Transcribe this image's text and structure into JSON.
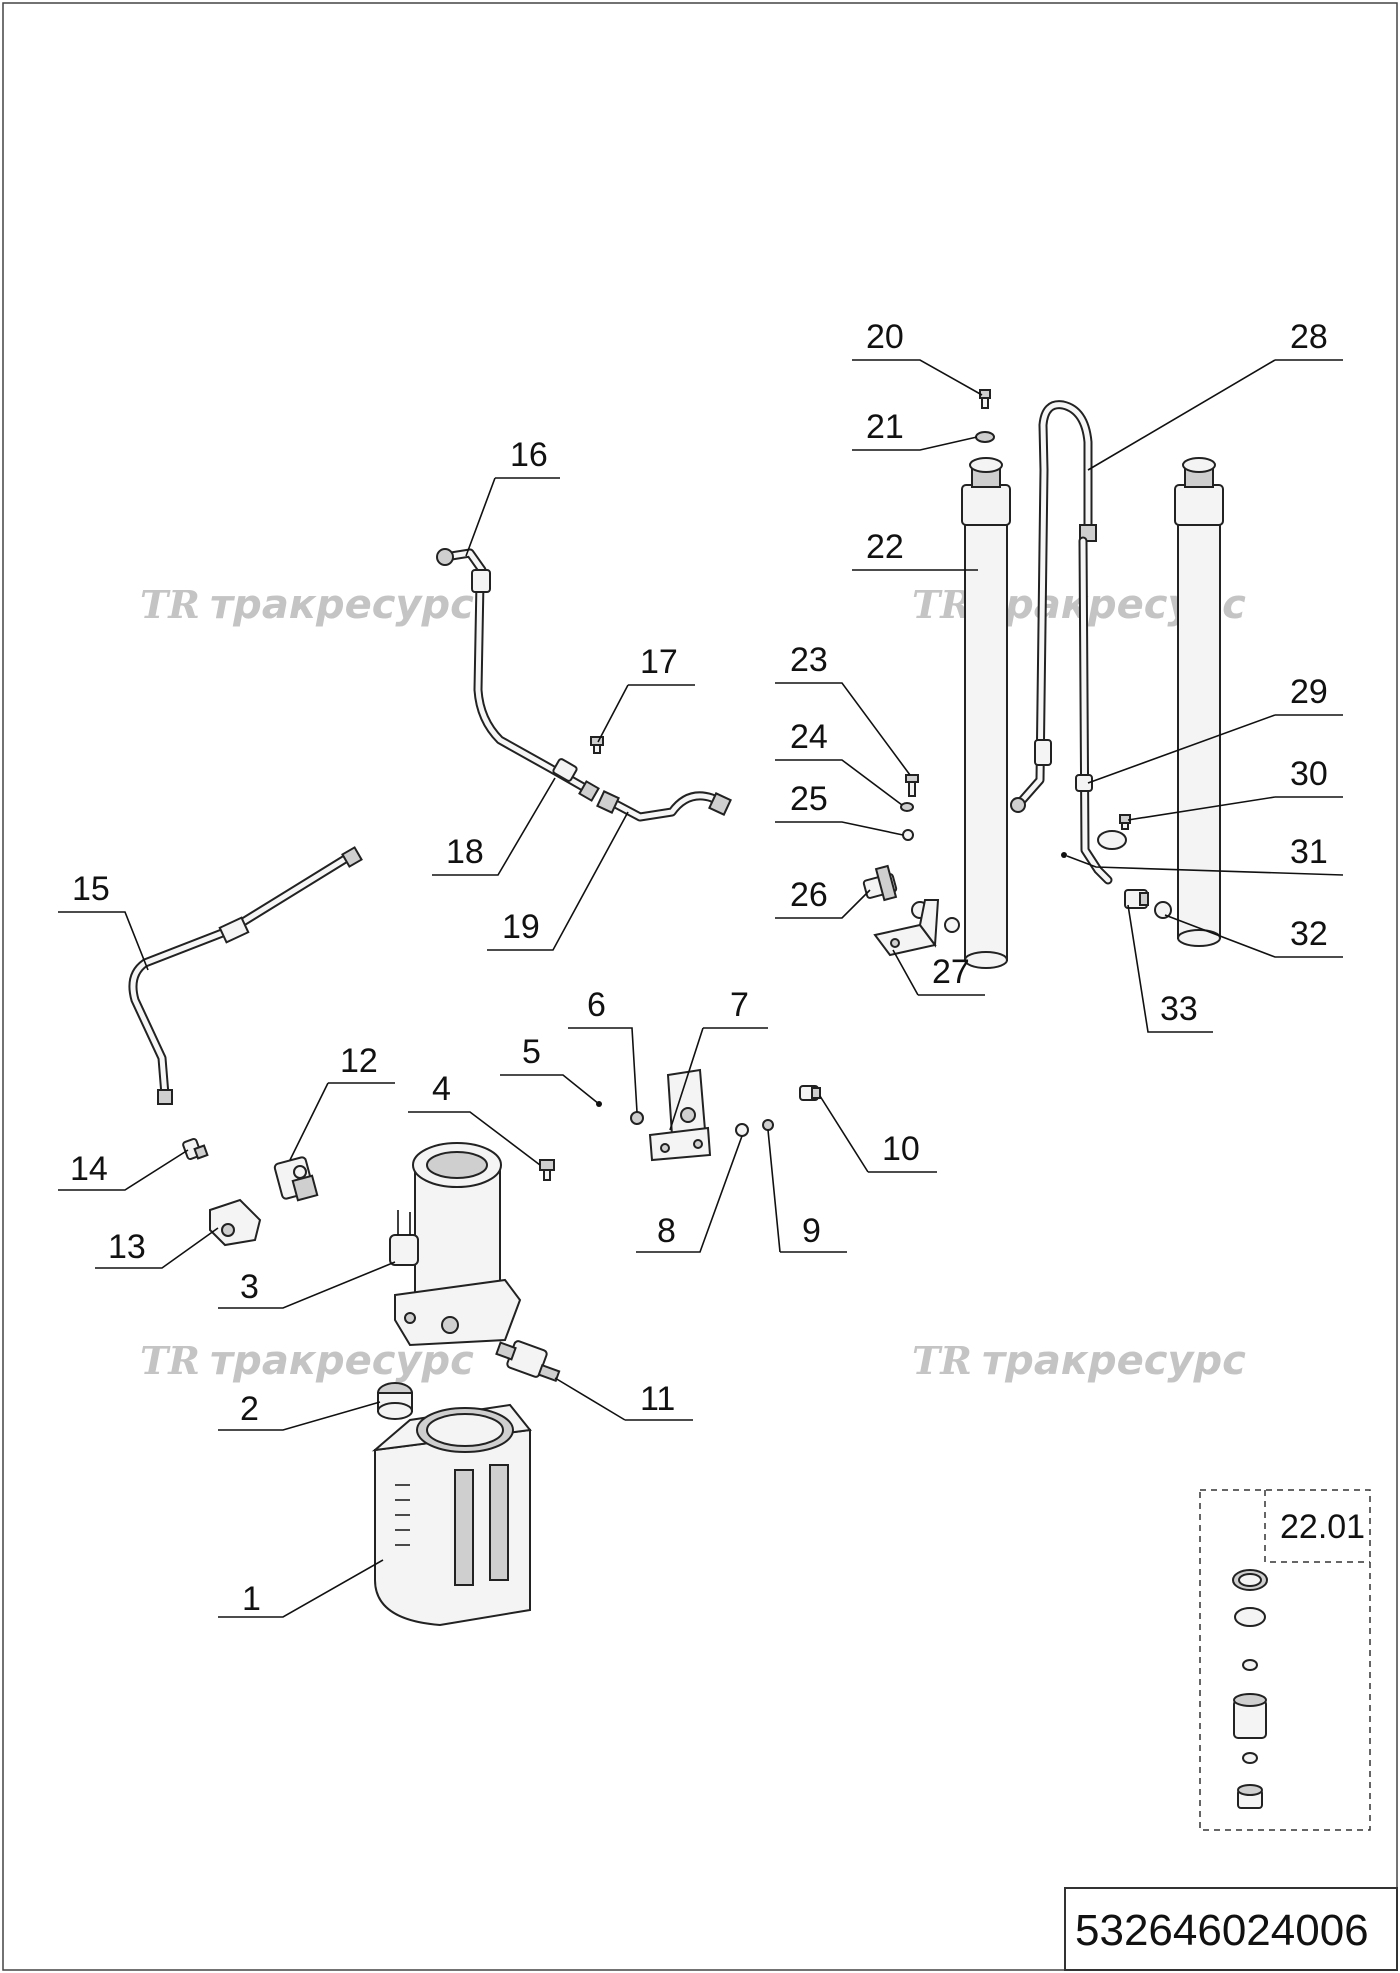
{
  "drawing": {
    "code": "532646024006",
    "kit_label": "22.01"
  },
  "watermark": {
    "logo": "TR",
    "text": "тракресурс"
  },
  "callouts": [
    "1",
    "2",
    "3",
    "4",
    "5",
    "6",
    "7",
    "8",
    "9",
    "10",
    "11",
    "12",
    "13",
    "14",
    "15",
    "16",
    "17",
    "18",
    "19",
    "20",
    "21",
    "22",
    "23",
    "24",
    "25",
    "26",
    "27",
    "28",
    "29",
    "30",
    "31",
    "32",
    "33"
  ]
}
